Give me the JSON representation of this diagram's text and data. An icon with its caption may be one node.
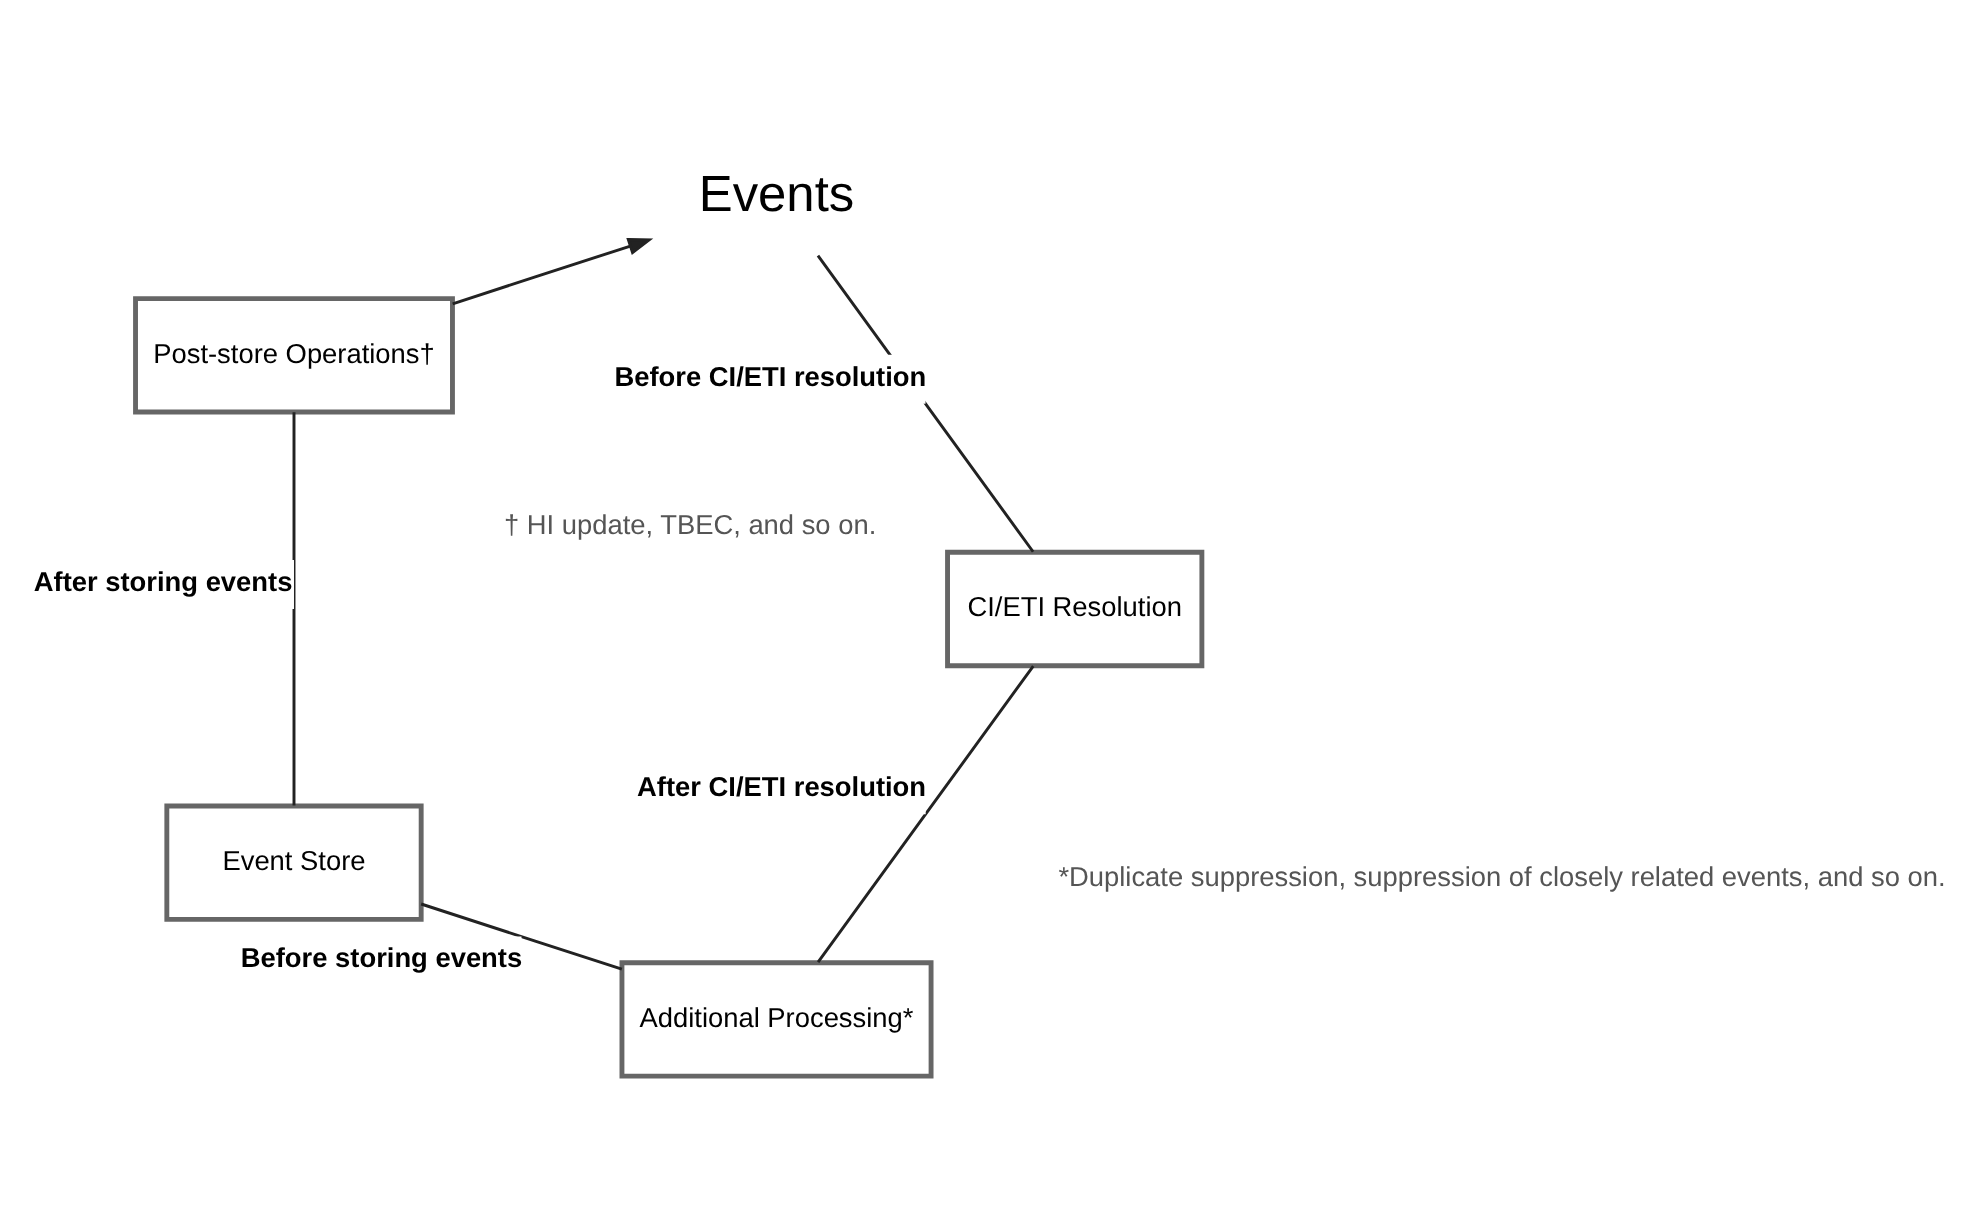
{
  "diagram": {
    "nodes": [
      {
        "text": [
          "Additional Processing*"
        ]
      },
      {
        "text": [
          "Event Store"
        ]
      },
      {
        "text": [
          "CI/ETI Resolution"
        ]
      },
      {
        "text": [
          "Post-store Operations†"
        ]
      },
      {
        "text": [
          "Events"
        ]
      }
    ],
    "edges": [
      {
        "from": 4,
        "to": 2,
        "arrow": "none",
        "label": "Before CI/ETI resolution"
      },
      {
        "from": 2,
        "to": 0,
        "arrow": "none",
        "label": "After CI/ETI resolution"
      },
      {
        "from": 0,
        "to": 1,
        "arrow": "none",
        "label": "Before storing events"
      },
      {
        "from": 1,
        "to": 3,
        "arrow": "none",
        "label": "After storing events"
      },
      {
        "from": 3,
        "to": 4,
        "arrow": "to"
      }
    ],
    "labels": [
      "*Duplicate suppression, suppression of closely related events, and so on.",
      "† HI update, TBEC, and so on."
    ]
  }
}
